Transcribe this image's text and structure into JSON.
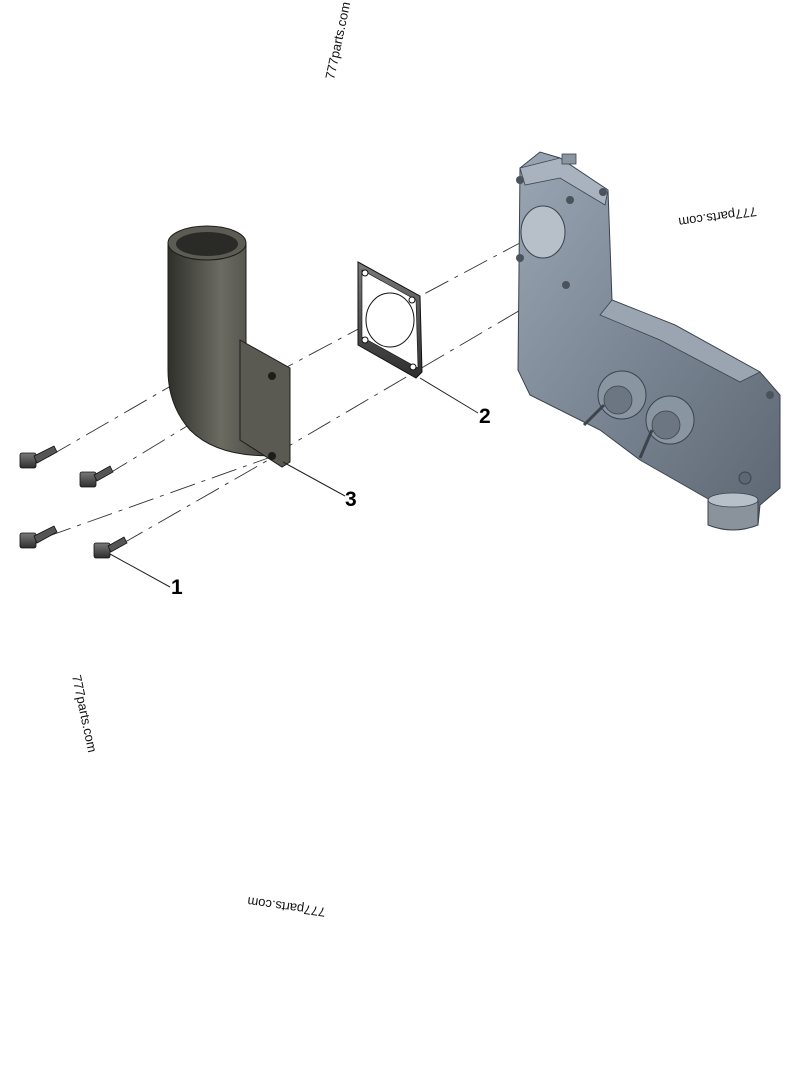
{
  "watermarks": [
    "777parts.com",
    "777parts.com",
    "777parts.com",
    "777parts.com"
  ],
  "callouts": [
    "1",
    "2",
    "3"
  ],
  "parts": {
    "bolt": "bolt",
    "gasket": "gasket",
    "elbow": "elbow",
    "housing": "housing"
  },
  "colors": {
    "elbow": "#4a4a44",
    "housing": "#7d8896",
    "gasket": "#ffffff",
    "bolt": "#4c4c4c"
  }
}
